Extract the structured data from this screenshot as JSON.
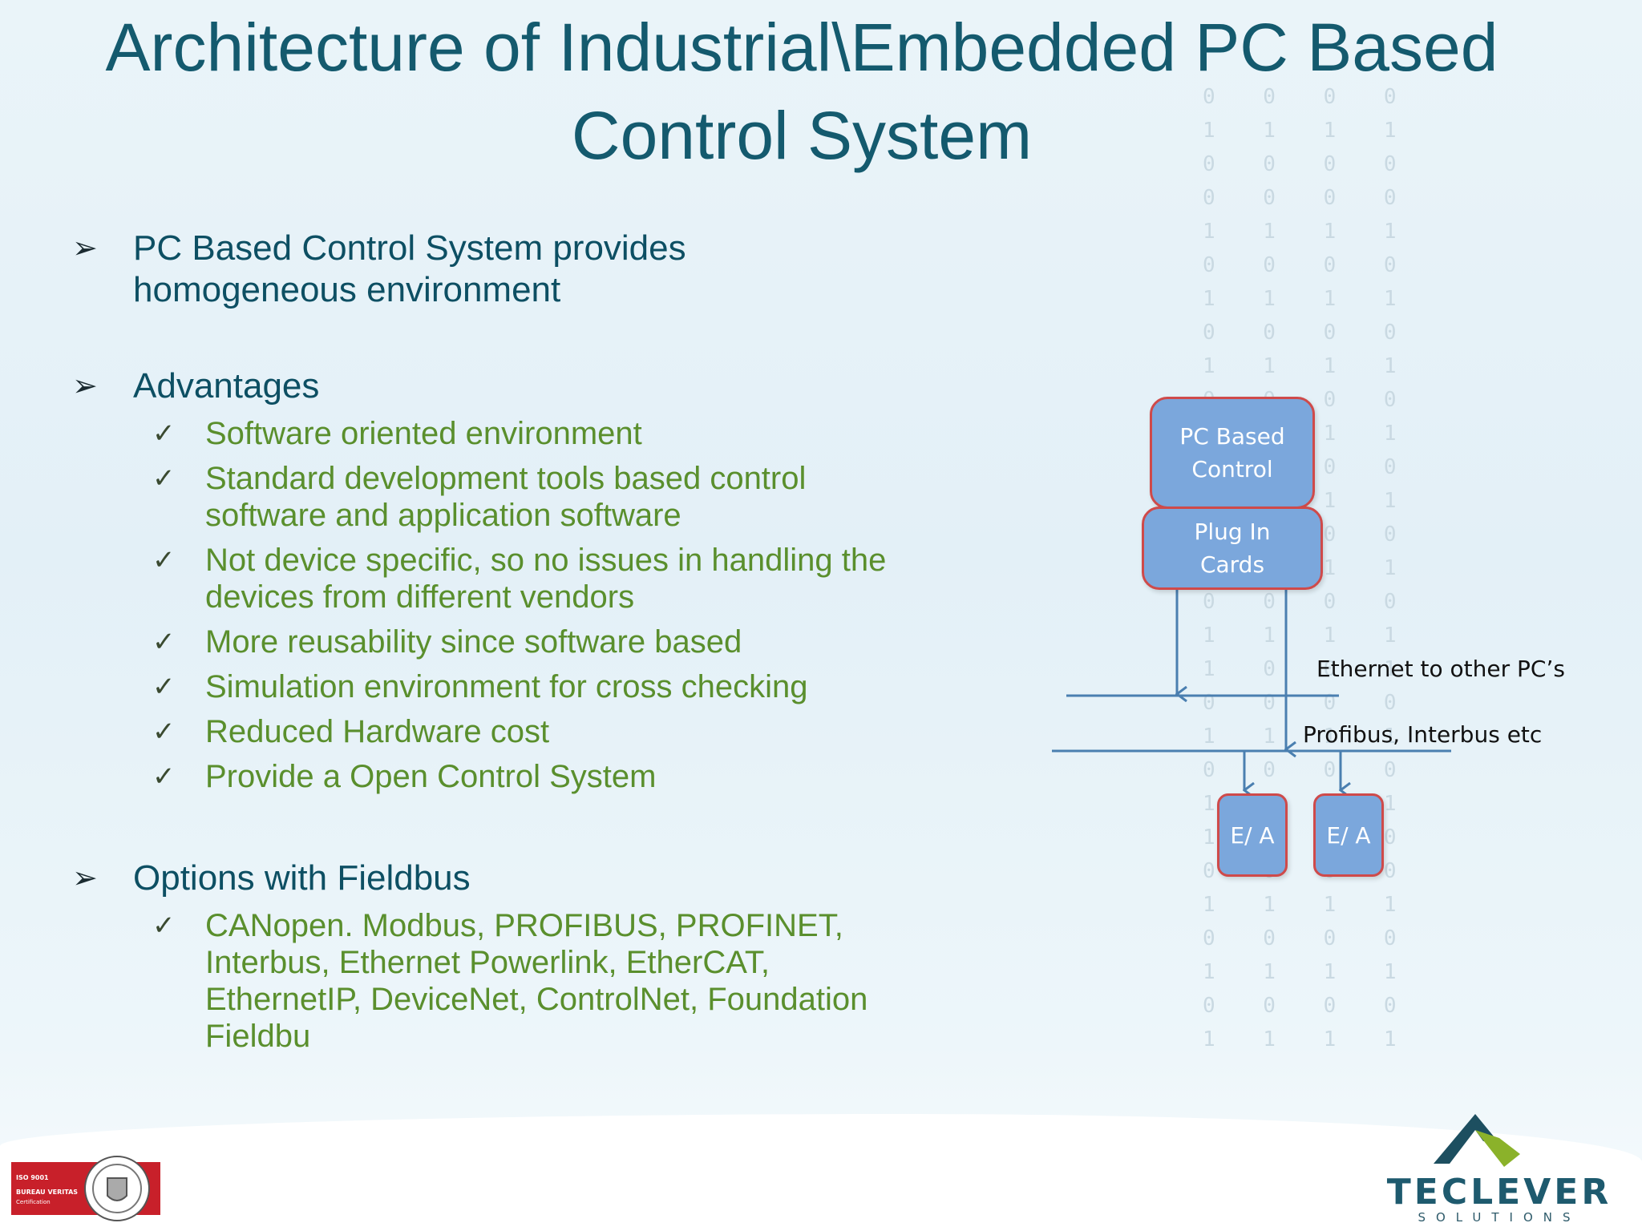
{
  "title_line1": "Architecture of Industrial\\Embedded PC Based",
  "title_line2": "Control System",
  "bullets": {
    "b1": "PC Based Control System provides homogeneous environment",
    "b2": "Advantages",
    "b3": "Options with Fieldbus"
  },
  "advantages": [
    "Software oriented environment",
    "Standard development tools based control software and application software",
    "Not device specific, so no issues in handling the devices from different vendors",
    "More reusability since software based",
    "Simulation environment for cross checking",
    "Reduced Hardware cost",
    "Provide a Open Control System"
  ],
  "fieldbus_options": [
    "CANopen. Modbus, PROFIBUS, PROFINET, Interbus, Ethernet Powerlink, EtherCAT, EthernetIP, DeviceNet, ControlNet, Foundation Fieldbu"
  ],
  "diagram": {
    "box_pc": "PC Based Control",
    "box_cards": "Plug In Cards",
    "label_ethernet": "Ethernet to other PC’s",
    "label_profibus": "Profibus, Interbus etc",
    "ea_1": "E/ A",
    "ea_2": "E/ A"
  },
  "logos": {
    "left_line1": "ISO 9001",
    "left_line2": "BUREAU VERITAS",
    "left_line3": "Certification",
    "brand": "TECLEVER",
    "brand_sub": "SOLUTIONS"
  },
  "colors": {
    "title": "#145a6e",
    "subpoints": "#5a8f2d",
    "box_fill": "#7ba7dc",
    "box_border": "#cf4a4a",
    "line": "#4a7fb0"
  }
}
